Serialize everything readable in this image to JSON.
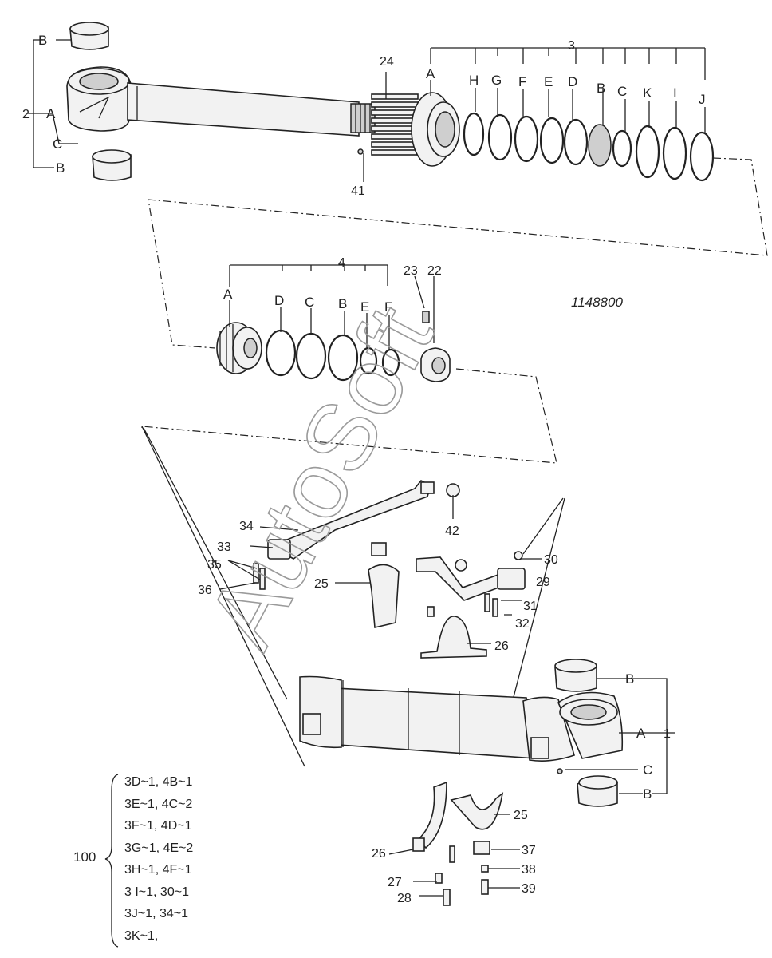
{
  "watermark": "AutoSoft",
  "drawing_number": "1148800",
  "callouts": {
    "n1": "1",
    "n2": "2",
    "n3": "3",
    "n4": "4",
    "n22": "22",
    "n23": "23",
    "n24": "24",
    "n25a": "25",
    "n25b": "25",
    "n26a": "26",
    "n26b": "26",
    "n27": "27",
    "n28": "28",
    "n29": "29",
    "n30": "30",
    "n31": "31",
    "n32": "32",
    "n33": "33",
    "n34": "34",
    "n35": "35",
    "n36": "36",
    "n37": "37",
    "n38": "38",
    "n39": "39",
    "n41": "41",
    "n42": "42"
  },
  "rod_group": {
    "letters": [
      "B",
      "A",
      "C",
      "B"
    ]
  },
  "kit3_letters": [
    "A",
    "H",
    "G",
    "F",
    "E",
    "D",
    "B",
    "C",
    "K",
    "I",
    "J"
  ],
  "kit4_letters": [
    "A",
    "D",
    "C",
    "B",
    "E",
    "F"
  ],
  "tube_group": {
    "letters": [
      "B",
      "A",
      "C",
      "B"
    ]
  },
  "legend": {
    "number": "100",
    "lines": [
      "3D~1, 4B~1",
      "3E~1, 4C~2",
      "3F~1, 4D~1",
      "3G~1, 4E~2",
      "3H~1, 4F~1",
      "3 I~1, 30~1",
      "3J~1, 34~1",
      "3K~1,"
    ]
  }
}
